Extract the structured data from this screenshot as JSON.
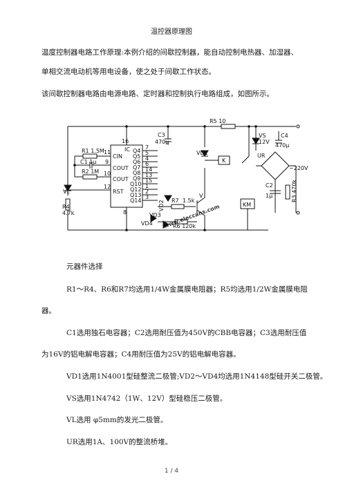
{
  "doc": {
    "title": "温控器原理图",
    "intro_line1": "温度控制器电路工作原理:本例介绍的间歇控制器，能自动控制电热器、加湿器、",
    "intro_line2": "单相交流电动机等用电设备，使之处于间歇工作状态。",
    "circuit_desc": "该间歇控制器电路由电源电路、定时器和控制执行电路组成，如图所示。",
    "section_heading": "元器件选择",
    "resistor_line1": "R1～R4、R6和R7均选用1/4W金属膜电阻器；R5均选用1/2W金属膜电阻",
    "resistor_line2": "器。",
    "cap_line1": "C1选用独石电容器；C2选用耐压值为450V的CBB电容器；C3选用耐压值",
    "cap_line2": "为16V的铝电解电容器；C4用耐压值为25V的铝电解电容器。",
    "diode_line": "VD1选用1N4001型硅整流二极管;VD2～VD4均选用1N4148型硅开关二极管。",
    "vs_line": "VS选用1N4742（1W、12V）型硅稳压二极管。",
    "vl_line": "VL选用 φ5mm的发光二极管。",
    "ur_line": "UR选用1A、100V的整流桥堆。",
    "page_num": "1 / 4"
  },
  "circuit": {
    "watermark": "www.eleccans.com",
    "labels": {
      "r5": "R5 10",
      "c3": "C3",
      "c3v": "470μ",
      "ic": "IC",
      "pin16": "16",
      "r1": "R1 1.5M",
      "pin11": "11",
      "cin": "CIN",
      "c1": "C1 1μ",
      "pin9": "9",
      "cout1": "COUT",
      "r2": "R2 1M",
      "pin10": "10",
      "cout2": "COUT",
      "pin12": "12",
      "rst": "RST",
      "pin8": "8",
      "q4": "Q4",
      "q5": "Q5",
      "q6": "Q6",
      "q7": "Q7",
      "q8": "Q8",
      "q9": "Q9",
      "q10": "Q10",
      "q12": "Q12",
      "q13": "Q13",
      "q14": "Q14",
      "n7": "7",
      "n5": "5",
      "n4": "4",
      "n6": "6",
      "n14": "14",
      "n13": "13",
      "n15": "15",
      "n1": "1",
      "n2": "2",
      "n3": "3",
      "vd1": "VD1",
      "k": "K",
      "vs": "VS",
      "vs12": "12V",
      "c4": "C4",
      "c4v": "470μ",
      "ur": "UR",
      "ac": "~220V",
      "vl": "VL",
      "r4": "R4",
      "r4v": "4.7k",
      "r7": "R7",
      "r7v": "1.5k",
      "v": "V",
      "vd2": "VD2",
      "vd3": "VD3",
      "vd4": "VD4",
      "r6": "R6 120k",
      "km": "KM",
      "c2": "C2",
      "c2v": "1μ",
      "r3": "R3 470k"
    }
  }
}
